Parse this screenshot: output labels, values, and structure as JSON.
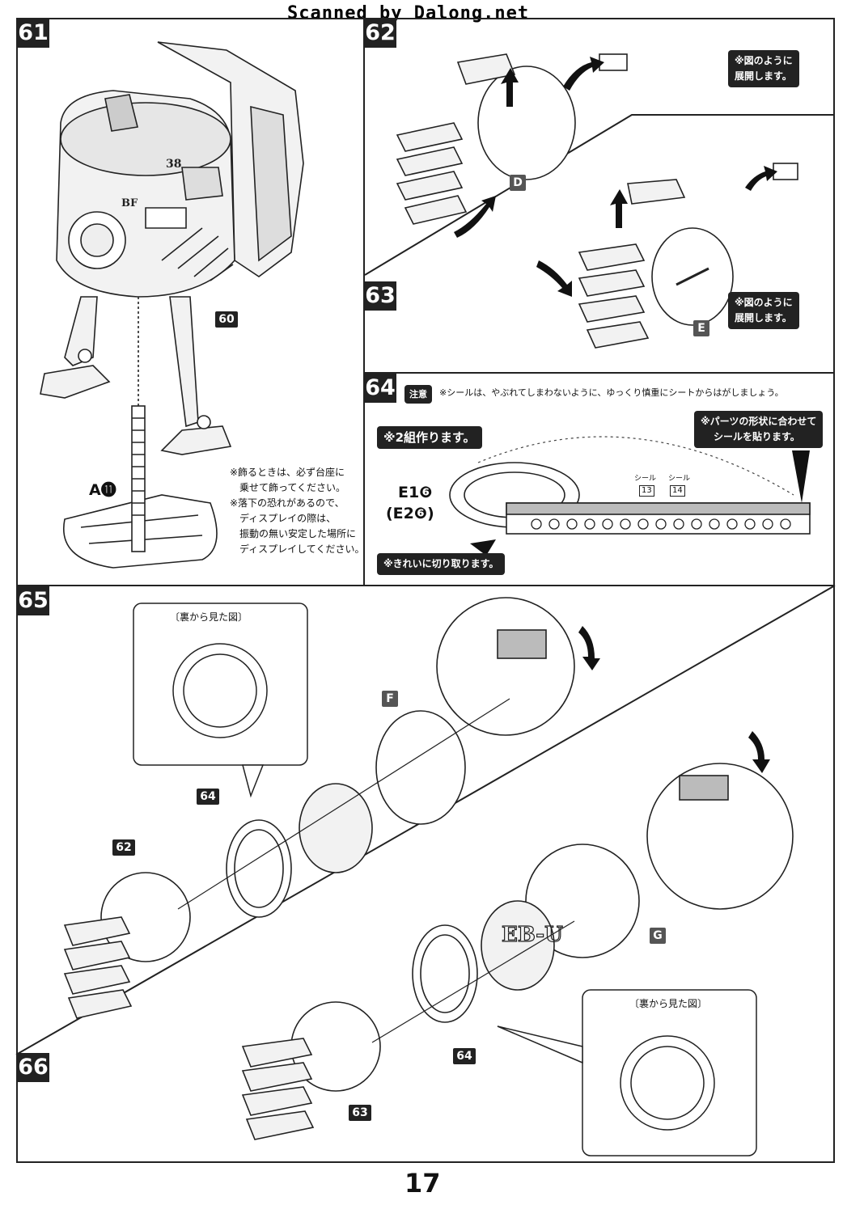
{
  "watermark": "Scanned by Dalong.net",
  "page_number": "17",
  "steps": {
    "s61": "61",
    "s62": "62",
    "s63": "63",
    "s64": "64",
    "s65": "65",
    "s66": "66"
  },
  "step61": {
    "ref_tag": "60",
    "base_label": "A⓫",
    "head_marks": [
      "38",
      "BF"
    ],
    "caution_text": [
      "※飾るときは、必ず台座に",
      "乗せて飾ってください。",
      "※落下の恐れがあるので、",
      "ディスプレイの際は、",
      "振動の無い安定した場所に",
      "ディスプレイしてください。"
    ]
  },
  "step62": {
    "part_letter": "D",
    "note": [
      "※図のように",
      "展開します。"
    ]
  },
  "step63": {
    "part_letter": "E",
    "note": [
      "※図のように",
      "展開します。"
    ]
  },
  "step64": {
    "caution_badge": "注意",
    "caution_text": "※シールは、やぶれてしまわないように、ゆっくり慎重にシートからはがしましょう。",
    "make_two": "※2組作ります。",
    "sticker_note": [
      "※パーツの形状に合わせて",
      "シールを貼ります。"
    ],
    "part_e1": "E1❻",
    "part_e2": "(E2❻)",
    "seal_label_1": "シール",
    "seal_label_2": "シール",
    "seal_num_1": "13",
    "seal_num_2": "14",
    "cut_note": "※きれいに切り取ります。"
  },
  "step65": {
    "back_view_title": "〔裏から見た図〕",
    "part_letter": "F",
    "ring_tag": "64",
    "hand_tag": "62"
  },
  "step66": {
    "back_view_title": "〔裏から見た図〕",
    "part_letter": "G",
    "ring_tag": "64",
    "hand_tag": "63",
    "body_mark": "EB-U"
  }
}
